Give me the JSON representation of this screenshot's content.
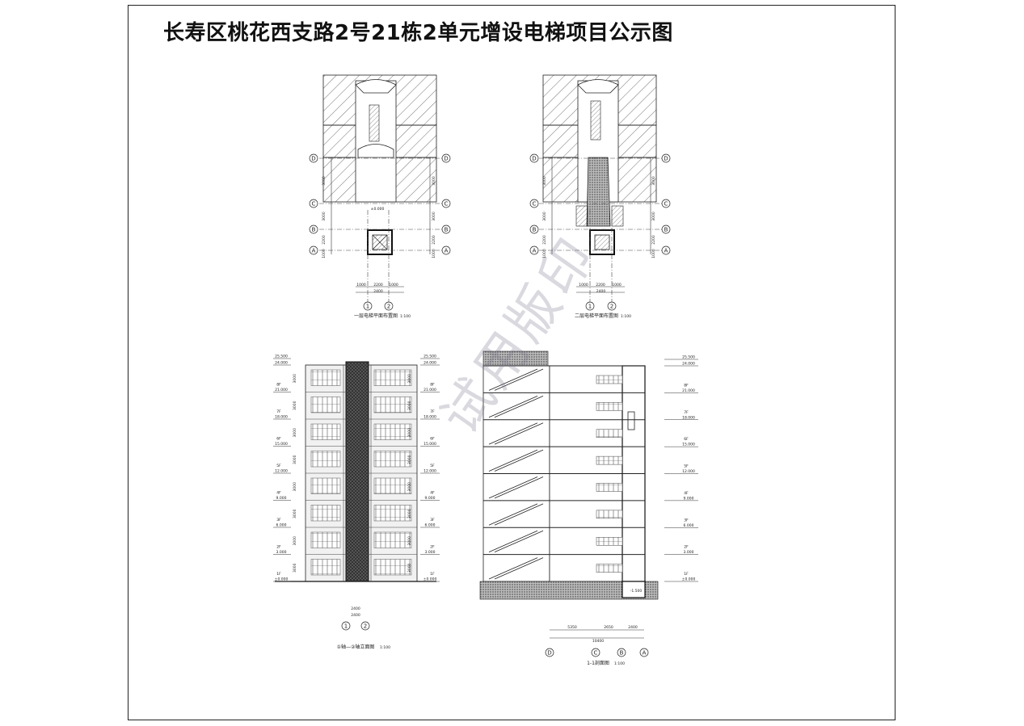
{
  "title": "长寿区桃花西支路2号21栋2单元增设电梯项目公示图",
  "watermark": "试用版印",
  "plans": {
    "plan1": {
      "caption": "一层电梯平面布置图",
      "scale": "1:100",
      "grid_rows": [
        "D",
        "C",
        "B",
        "A"
      ],
      "grid_cols": [
        "1",
        "2"
      ],
      "dims": [
        "1000",
        "2200",
        "1000",
        "2400"
      ],
      "left_dims": [
        "3000",
        "3000",
        "2200",
        "1000"
      ],
      "level": "±0.000"
    },
    "plan2": {
      "caption": "二层电梯平面布置图",
      "scale": "1:100",
      "grid_rows": [
        "D",
        "C",
        "B",
        "A"
      ],
      "grid_cols": [
        "1",
        "2"
      ],
      "dims": [
        "1000",
        "2200",
        "1000",
        "2400"
      ],
      "left_dims": [
        "3000",
        "3000",
        "2200",
        "1000"
      ]
    }
  },
  "elevation": {
    "caption": "①轴—②轴立面图",
    "scale": "1:100",
    "grid_cols": [
      "1",
      "2"
    ],
    "dims": [
      "2400",
      "2400"
    ],
    "levels": [
      "25.500",
      "24.000",
      "21.000",
      "18.000",
      "15.000",
      "12.000",
      "9.000",
      "6.000",
      "3.000",
      "±0.000"
    ],
    "floors": [
      "8F",
      "7F",
      "6F",
      "5F",
      "4F",
      "3F",
      "2F",
      "1F"
    ],
    "floor_height": "3000"
  },
  "section": {
    "caption": "1-1剖面图",
    "scale": "1:100",
    "grid_cols": [
      "D",
      "C",
      "B",
      "A"
    ],
    "dims": [
      "5350",
      "2650",
      "2400"
    ],
    "total": "10400",
    "levels": [
      "25.500",
      "24.000",
      "21.000",
      "18.000",
      "15.000",
      "12.000",
      "9.000",
      "6.000",
      "3.000",
      "±0.000"
    ],
    "floors": [
      "8F",
      "7F",
      "6F",
      "5F",
      "4F",
      "3F",
      "2F",
      "1F"
    ],
    "pit_level": "-1.500"
  }
}
